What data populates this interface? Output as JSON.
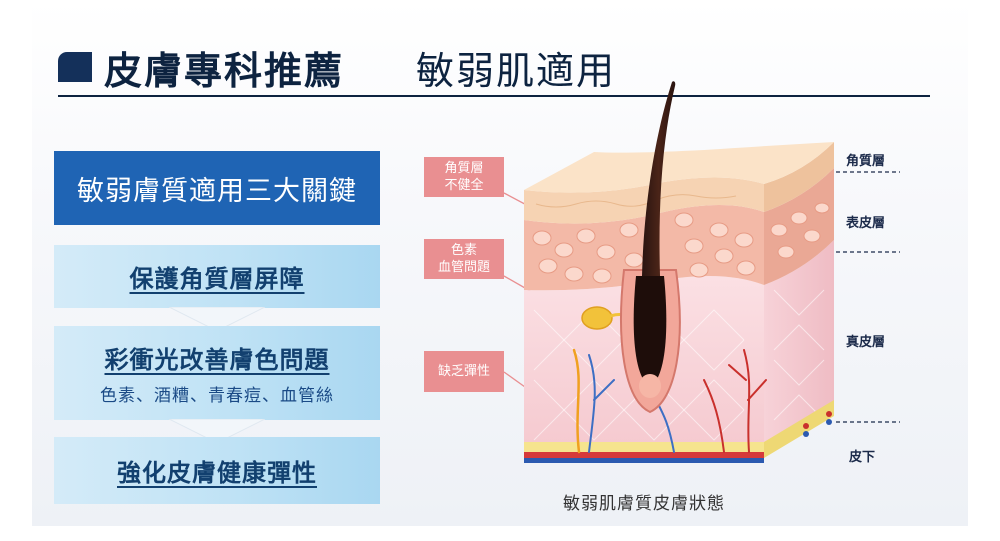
{
  "header": {
    "title_main": "皮膚專科推薦",
    "title_sub": "敏弱肌適用"
  },
  "keys_box": {
    "label": "敏弱膚質適用三大關鍵"
  },
  "steps": [
    {
      "label": "保護角質層屏障"
    },
    {
      "label": "彩衝光改善膚色問題",
      "sub": "色素、酒糟、青春痘、血管絲"
    },
    {
      "label": "強化皮膚健康彈性"
    }
  ],
  "callouts": [
    {
      "line1": "角質層",
      "line2": "不健全"
    },
    {
      "line1": "色素",
      "line2": "血管問題"
    },
    {
      "line1": "缺乏彈性"
    }
  ],
  "layers": {
    "stratum_corneum": "角質層",
    "epidermis": "表皮層",
    "dermis": "真皮層",
    "subcutaneous": "皮下"
  },
  "caption": "敏弱肌膚質皮膚狀態",
  "colors": {
    "navy": "#0d2340",
    "box_blue": "#1f64b4",
    "step_text": "#12406f",
    "callout_pink": "#e98f91"
  }
}
